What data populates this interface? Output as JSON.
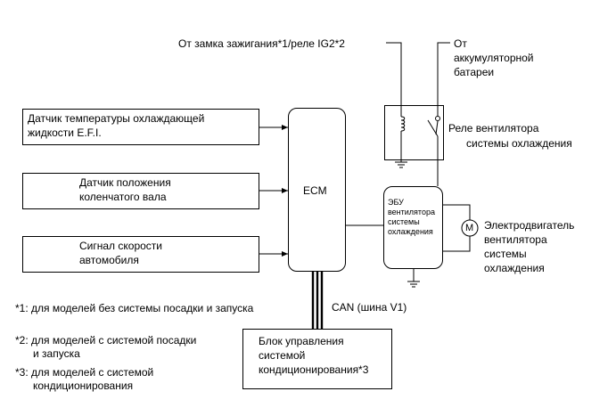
{
  "sources": {
    "ignition": "От замка зажигания*1/реле IG2*2",
    "battery_line1": "От",
    "battery_line2": "аккумуляторной",
    "battery_line3": "батареи"
  },
  "inputs": [
    {
      "line1": "Датчик температуры охлаждающей",
      "line2": "жидкости E.F.I."
    },
    {
      "line1": "Датчик положения",
      "line2": "коленчатого вала"
    },
    {
      "line1": "Сигнал скорости",
      "line2": "автомобиля"
    }
  ],
  "ecm": {
    "label": "ECM"
  },
  "relay": {
    "line1": "Реле вентилятора",
    "line2": "системы охлаждения"
  },
  "fan_ecu": {
    "line1": "ЭБУ",
    "line2": "вентилятора",
    "line3": "системы",
    "line4": "охлаждения"
  },
  "motor": {
    "symbol": "M",
    "line1": "Электродвигатель",
    "line2": "вентилятора",
    "line3": "системы",
    "line4": "охлаждения"
  },
  "can": {
    "label": "CAN (шина V1)"
  },
  "ac_block": {
    "line1": "Блок управления",
    "line2": "системой",
    "line3": "кондиционирования*3"
  },
  "notes": {
    "n1": "*1: для моделей без системы посадки и запуска",
    "n2_line1": "*2: для моделей с системой посадки",
    "n2_line2": "и запуска",
    "n3_line1": "*3: для моделей с системой",
    "n3_line2": "кондиционирования"
  }
}
